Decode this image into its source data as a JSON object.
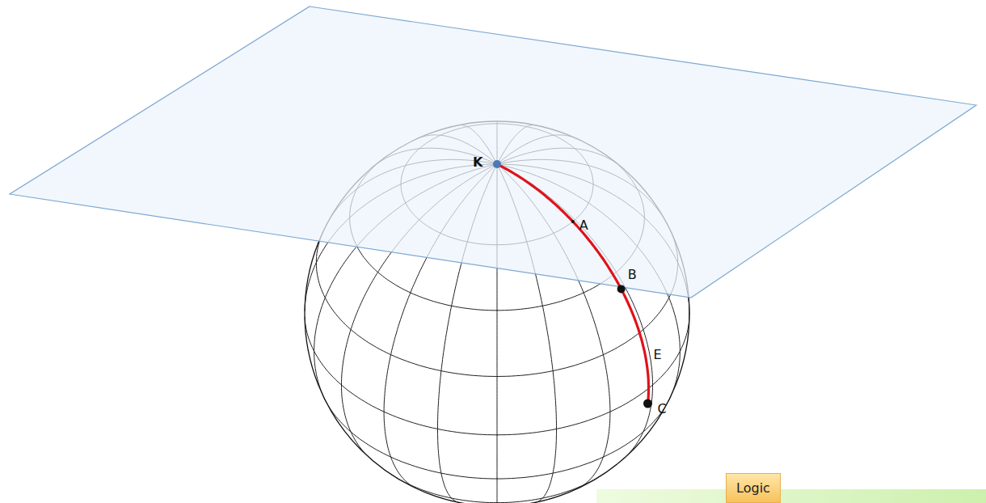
{
  "diagram": {
    "nodes": [
      {
        "text": [
          "Logic"
        ]
      }
    ],
    "labels": [
      "K",
      "A",
      "B",
      "E",
      "C"
    ]
  }
}
